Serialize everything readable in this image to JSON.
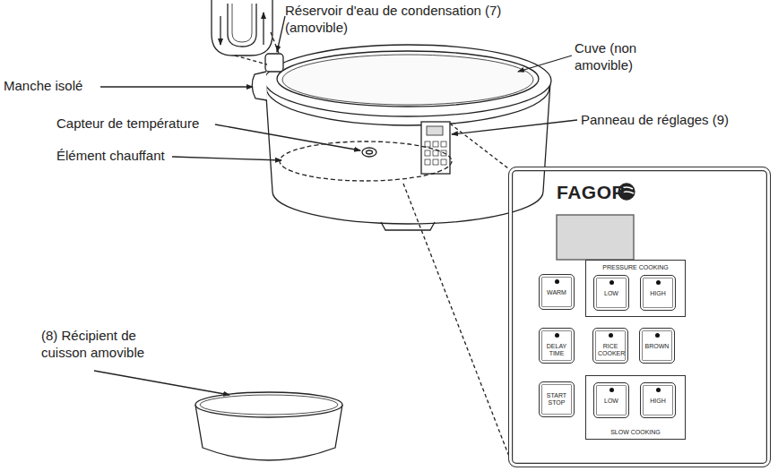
{
  "diagram": {
    "nodes": [
      {
        "text": [
          "FAGOR"
        ]
      },
      {
        "text": [
          "PRESSURE COOKING"
        ],
        "in": 0
      },
      {
        "text": [
          "WARM"
        ],
        "in": 0
      },
      {
        "text": [
          "LOW"
        ],
        "in": 1
      },
      {
        "text": [
          "HIGH"
        ],
        "in": 1
      },
      {
        "text": [
          "DELAY TIME"
        ],
        "in": 0
      },
      {
        "text": [
          "RICE COOKER"
        ],
        "in": 0
      },
      {
        "text": [
          "BROWN"
        ],
        "in": 0
      },
      {
        "text": [
          "START STOP"
        ],
        "in": 0
      },
      {
        "text": [
          "SLOW COOKING"
        ],
        "in": 0
      },
      {
        "text": [
          "LOW"
        ],
        "in": 9
      },
      {
        "text": [
          "HIGH"
        ],
        "in": 9
      }
    ],
    "labels": [
      "Réservoir d'eau de condensation (7) (amovible)",
      "Cuve (non amovible)",
      "Manche isolé",
      "Panneau de réglages (9)",
      "Capteur de température",
      "Élément chauffant",
      "(8) Récipient de cuisson amovible"
    ]
  }
}
